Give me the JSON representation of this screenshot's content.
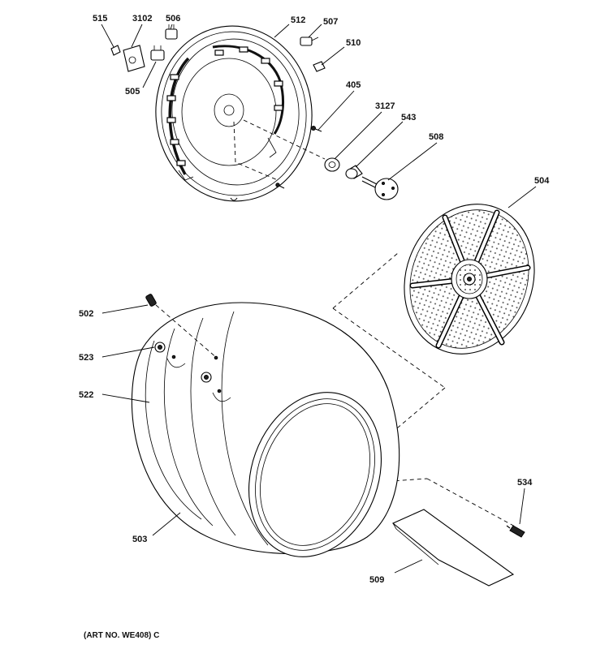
{
  "labels": {
    "p515": "515",
    "p3102": "3102",
    "p506": "506",
    "p512": "512",
    "p507": "507",
    "p510": "510",
    "p505": "505",
    "p405": "405",
    "p3127": "3127",
    "p543": "543",
    "p508": "508",
    "p504": "504",
    "p502": "502",
    "p523": "523",
    "p522": "522",
    "p503": "503",
    "p534": "534",
    "p509": "509"
  },
  "footer": "(ART NO. WE408) C"
}
